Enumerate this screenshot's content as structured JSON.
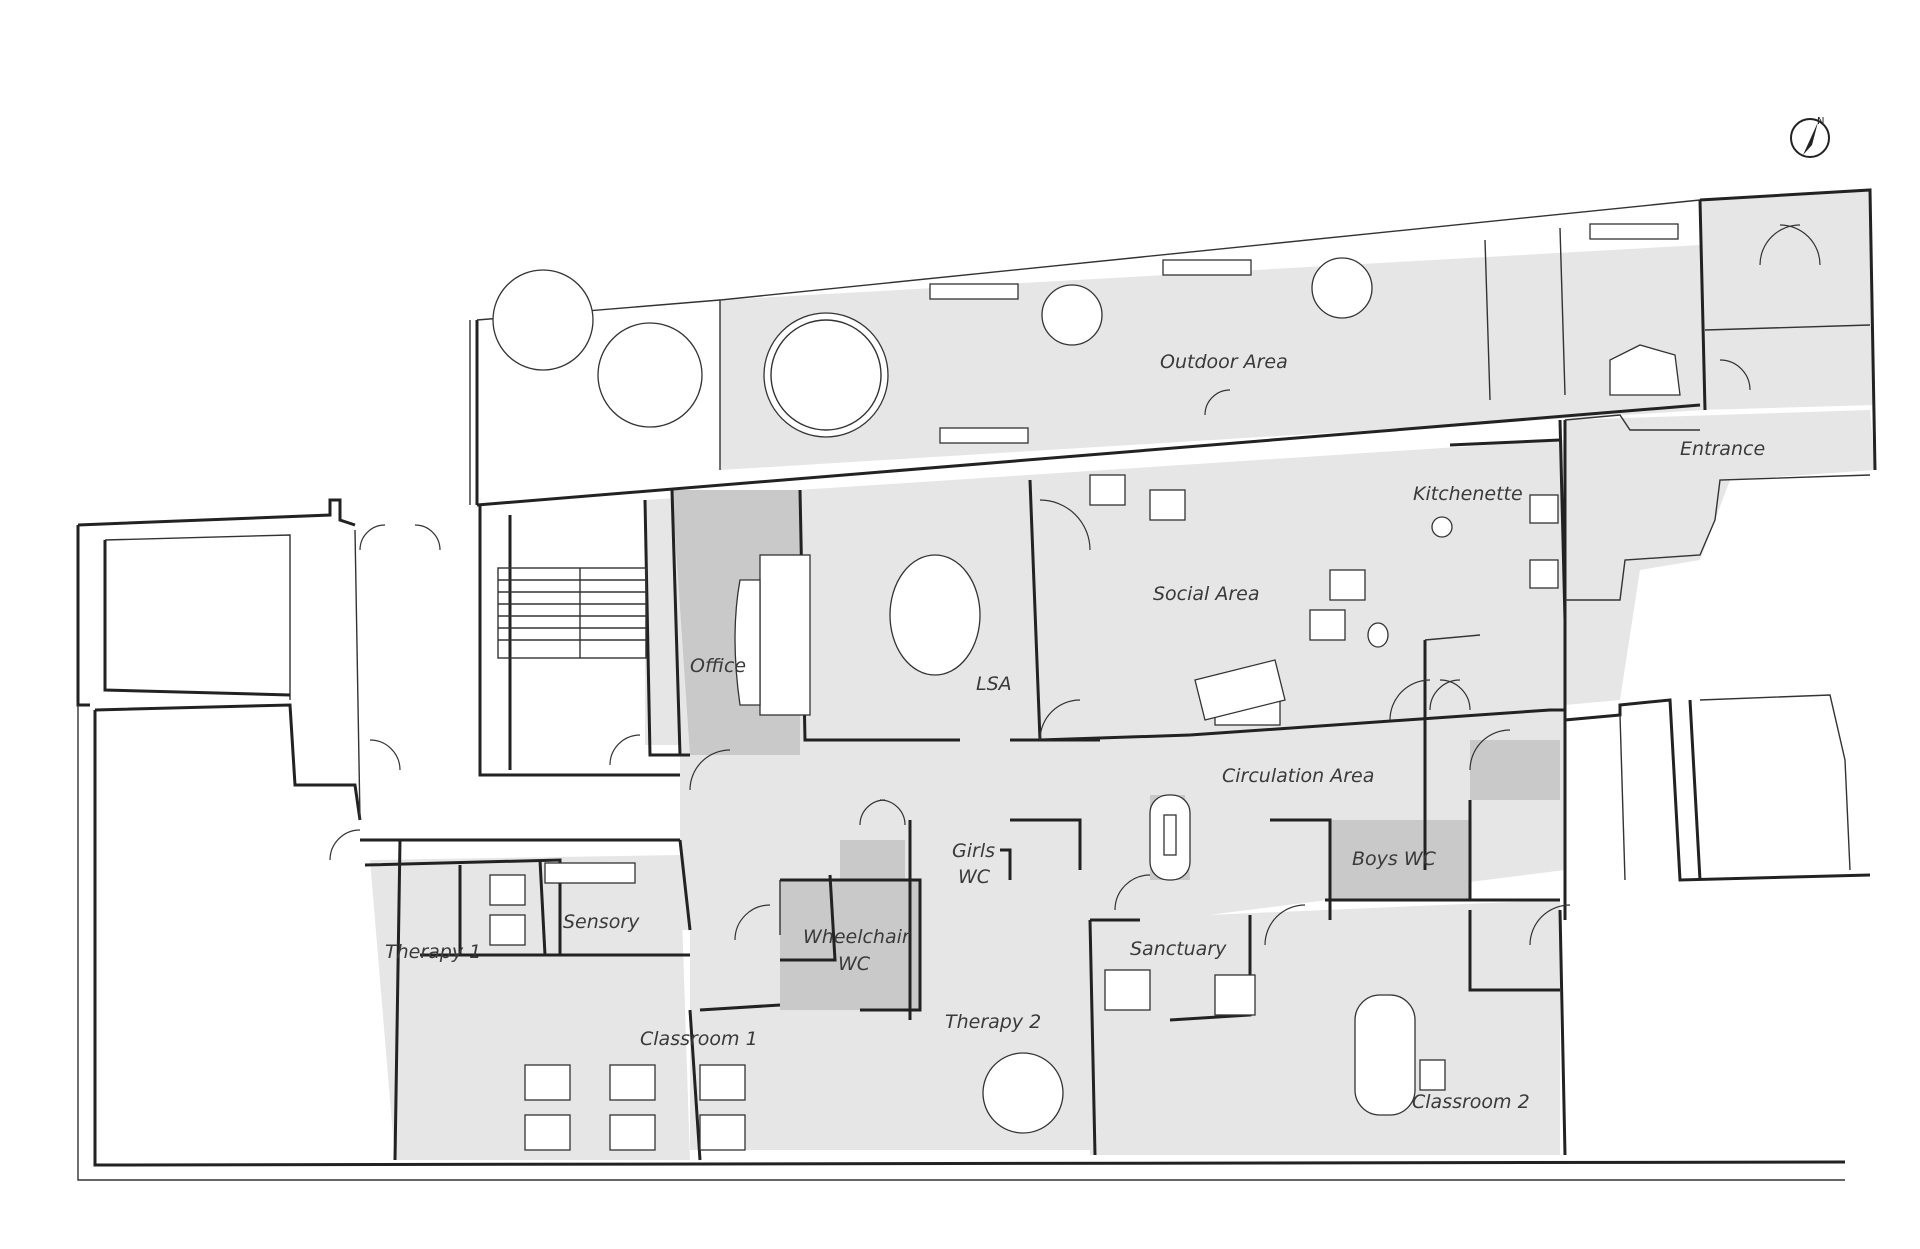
{
  "labels": {
    "outdoor": "Outdoor Area",
    "entrance": "Entrance",
    "kitchenette": "Kitchenette",
    "social": "Social Area",
    "office": "Office",
    "lsa": "LSA",
    "circulation": "Circulation Area",
    "girls_wc_1": "Girls",
    "girls_wc_2": "WC",
    "boys_wc": "Boys WC",
    "wheelchair_1": "Wheelchair",
    "wheelchair_2": "WC",
    "sensory": "Sensory",
    "therapy1": "Therapy 1",
    "therapy2": "Therapy 2",
    "sanctuary": "Sanctuary",
    "classroom1": "Classroom 1",
    "classroom2": "Classroom 2",
    "north": "N"
  }
}
